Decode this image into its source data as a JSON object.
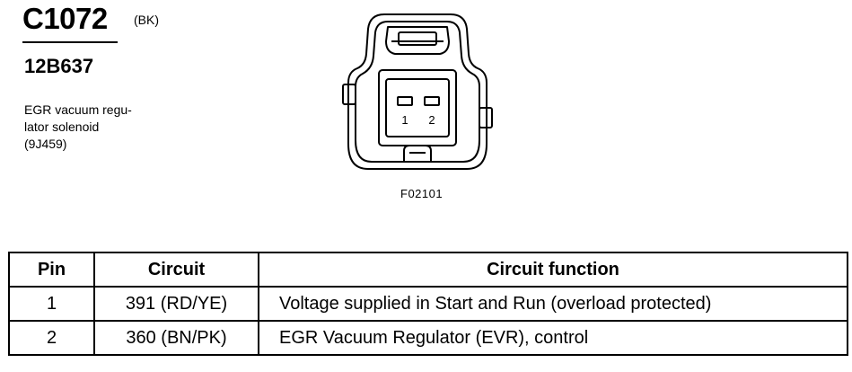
{
  "header": {
    "connector_id": "C1072",
    "color_code": "(BK)",
    "part_number": "12B637",
    "description_lines": [
      "EGR vacuum regu-",
      "lator solenoid",
      "(9J459)"
    ]
  },
  "connector": {
    "pin_labels": [
      "1",
      "2"
    ],
    "figure_id": "F02101"
  },
  "table": {
    "headers": [
      "Pin",
      "Circuit",
      "Circuit function"
    ],
    "rows": [
      {
        "pin": "1",
        "circuit": "391 (RD/YE)",
        "function": "Voltage supplied in Start and Run (overload protected)"
      },
      {
        "pin": "2",
        "circuit": "360 (BN/PK)",
        "function": "EGR Vacuum Regulator (EVR), control"
      }
    ]
  }
}
